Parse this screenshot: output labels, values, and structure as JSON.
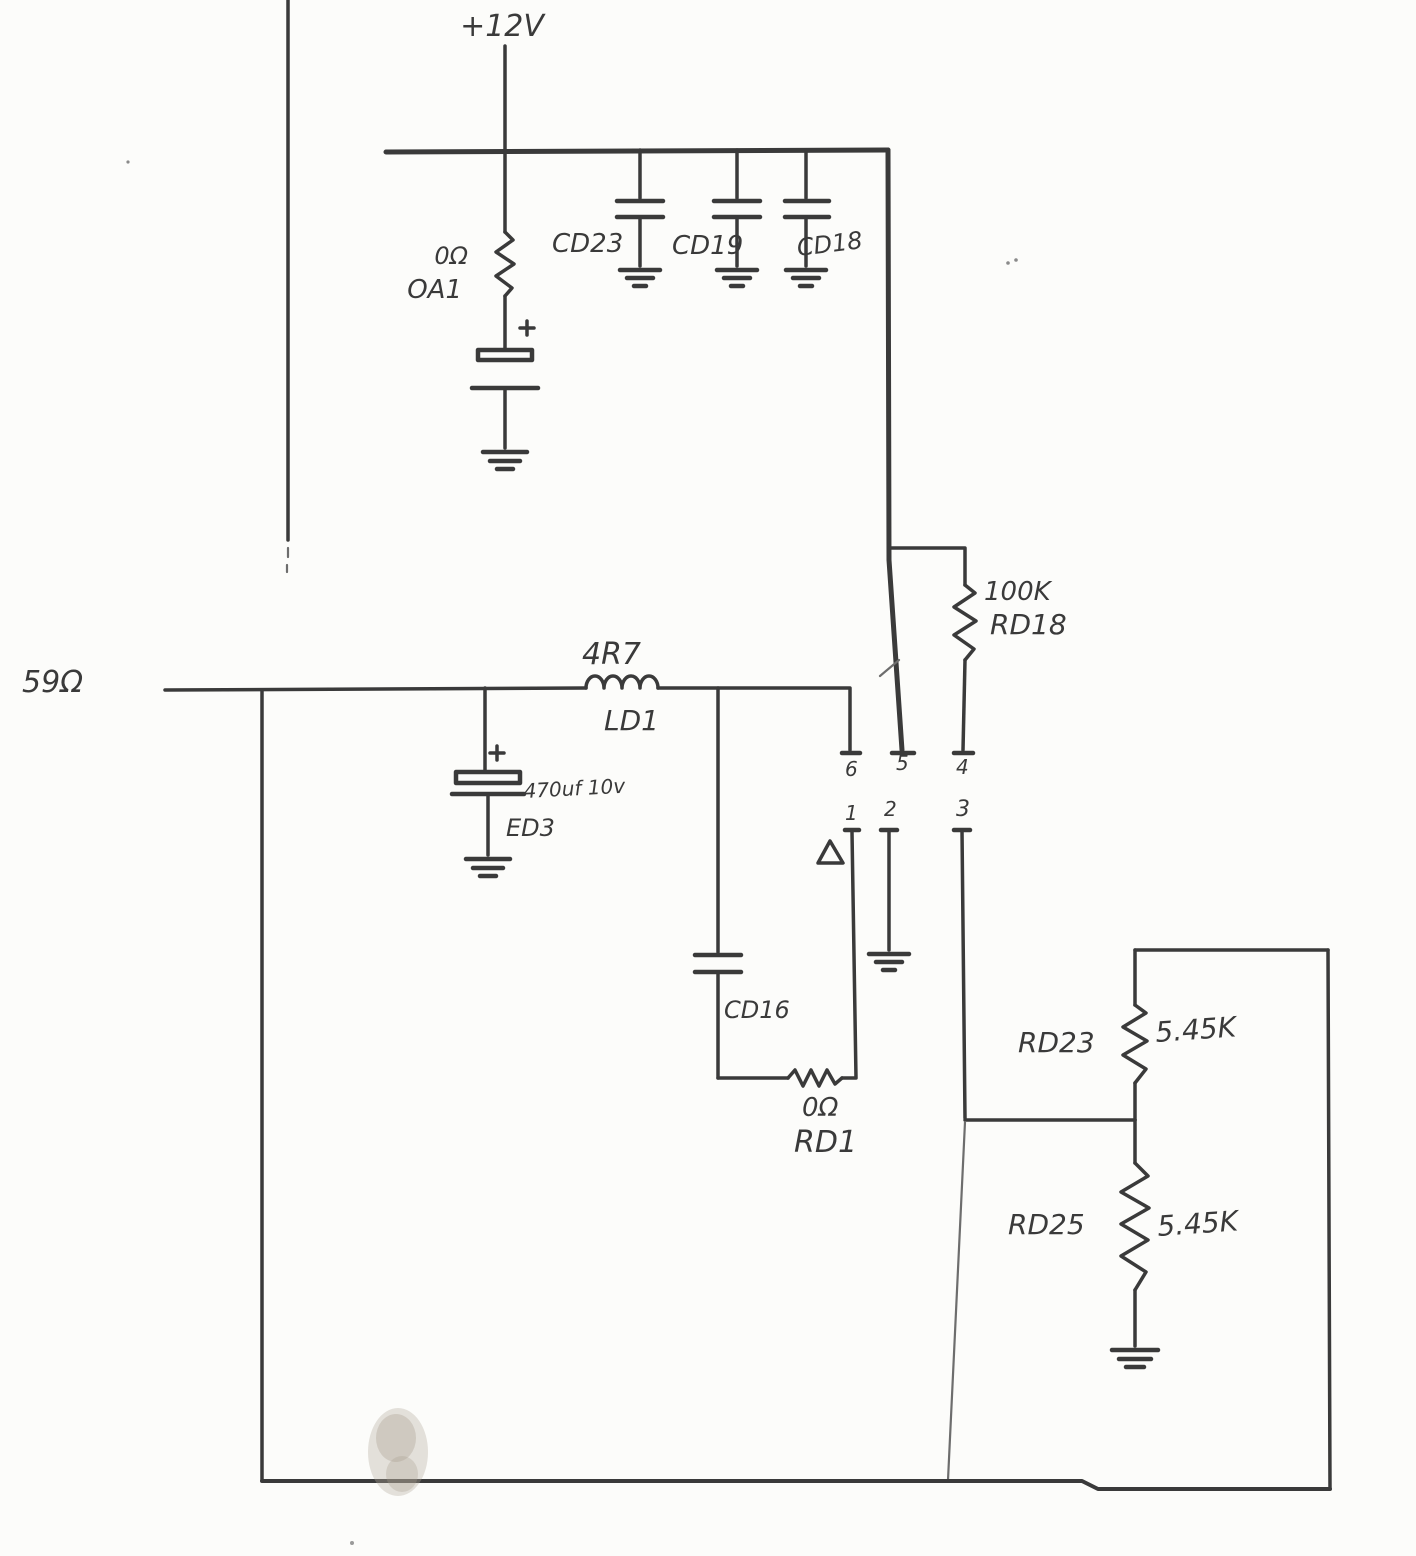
{
  "colors": {
    "ink": "#3a3a3a",
    "paper": "#fcfcfa"
  },
  "labels": {
    "v12": "+12V",
    "oa1_value": "0Ω",
    "oa1_ref": "OA1",
    "cd23": "CD23",
    "cd19": "CD19",
    "cd18": "CD18",
    "rd18_value": "100K",
    "rd18_ref": "RD18",
    "net_59": "59Ω",
    "ld1_value": "4R7",
    "ld1_ref": "LD1",
    "ed3_value": "470uf 10v",
    "ed3_ref": "ED3",
    "cd16": "CD16",
    "rd1_value": "0Ω",
    "rd1_ref": "RD1",
    "rd23_ref": "RD23",
    "rd23_value": "5.45K",
    "rd25_ref": "RD25",
    "rd25_value": "5.45K",
    "pin6": "6",
    "pin5": "5",
    "pin4": "4",
    "pin1": "1",
    "pin2": "2",
    "pin3": "3"
  }
}
